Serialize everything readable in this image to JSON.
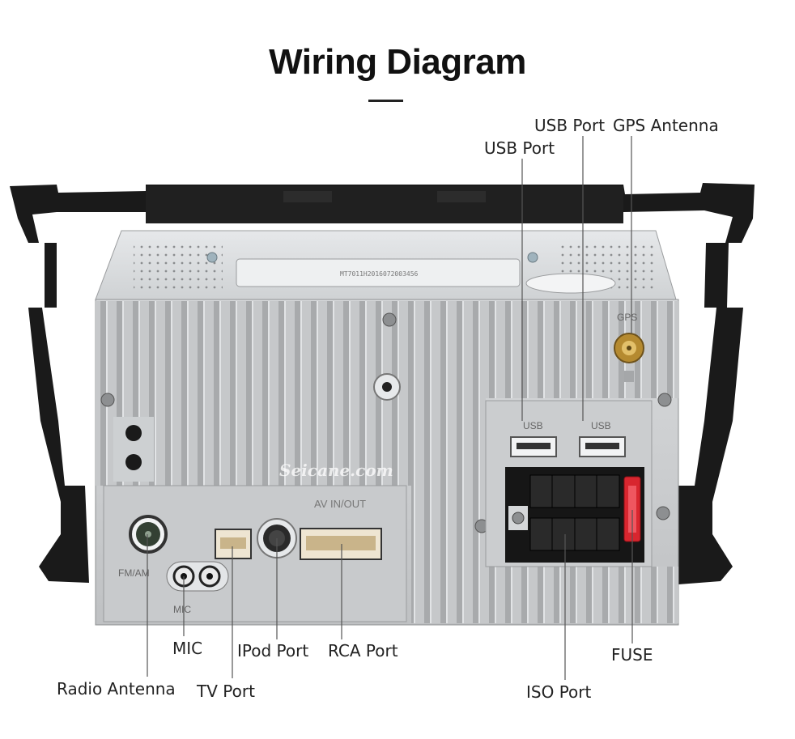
{
  "title": "Wiring Diagram",
  "device": {
    "watermark": "Seicane.com",
    "label_gps": "GPS",
    "label_usb_1": "USB",
    "label_usb_2": "USB",
    "label_av_in_out": "AV IN/OUT",
    "label_fm_am": "FM/AM",
    "label_mic": "MIC",
    "sticker_text": "MT7011H2016072003456"
  },
  "callouts": {
    "usb_port_1": "USB Port",
    "usb_port_2": "USB Port",
    "gps_antenna": "GPS Antenna",
    "mic": "MIC",
    "ipod_port": "IPod Port",
    "rca_port": "RCA Port",
    "fuse": "FUSE",
    "radio_antenna": "Radio Antenna",
    "tv_port": "TV Port",
    "iso_port": "ISO Port"
  },
  "colors": {
    "frame": "#1a1a1a",
    "chassis": "#c9cbcd",
    "fin": "#a9abad",
    "fuse": "#d8262f",
    "gps_connector": "#c99a3a"
  }
}
